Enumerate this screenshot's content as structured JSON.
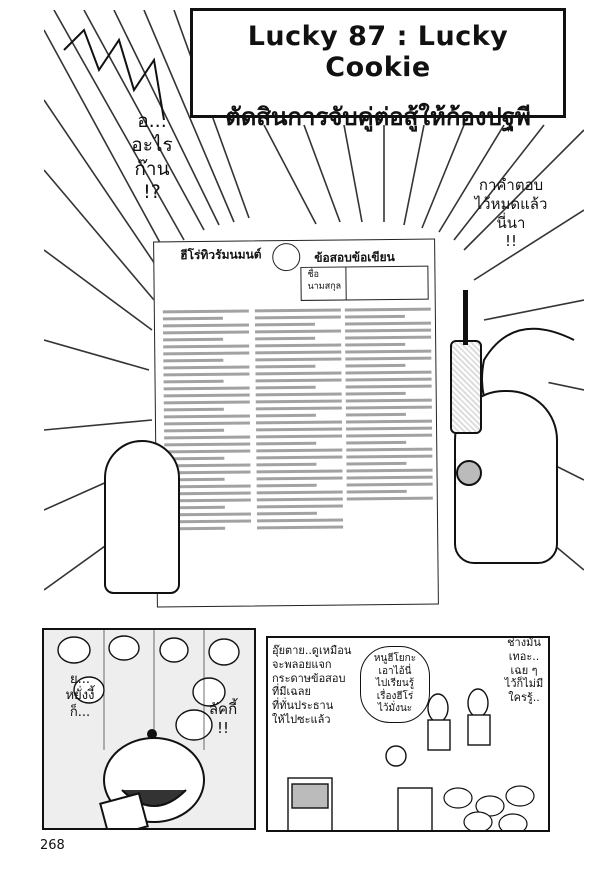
{
  "title": {
    "english": "Lucky 87 : Lucky Cookie",
    "thai": "ตัดสินการจับคู่ต่อสู้ให้ก้องปฐพี"
  },
  "panel1": {
    "bubble_left": [
      "อ...",
      "อะไร",
      "ก๊าน",
      "!?"
    ],
    "bubble_right": [
      "กาคำตอบ",
      "ไว้หมดแล้ว",
      "นี่นา",
      "!!"
    ],
    "paper": {
      "header_left": "ฮีโร่ทิวรัมนมนต์",
      "header_right": "ข้อสอบข้อเขียน",
      "name_label": [
        "ชื่อ",
        "นามสกุล"
      ]
    }
  },
  "panel2": {
    "bubble_left": [
      "ย...",
      "หยั่งงี้",
      "ก็..."
    ],
    "bubble_right": [
      "ลัคกี้",
      "!!"
    ]
  },
  "panel3": {
    "narration": [
      "อุ๊ยตาย..ดูเหมือน",
      "จะพลอยแจก",
      "กระดาษข้อสอบ",
      "ที่มีเฉลย",
      "ที่ทั่นประธาน",
      "ให้ไปซะแล้ว"
    ],
    "bubble_center": [
      "หนูฮีโยกะ",
      "เอาไอ้นี่",
      "ไปเรียนรู้",
      "เรื่องฮีโร่",
      "ไว้มั่งนะ"
    ],
    "bubble_right": [
      "ช่างมัน",
      "เทอะ..",
      "เฉย ๆ",
      "ไว้ก็ไม่มี",
      "ใครรู้.."
    ]
  },
  "page_number": "268"
}
